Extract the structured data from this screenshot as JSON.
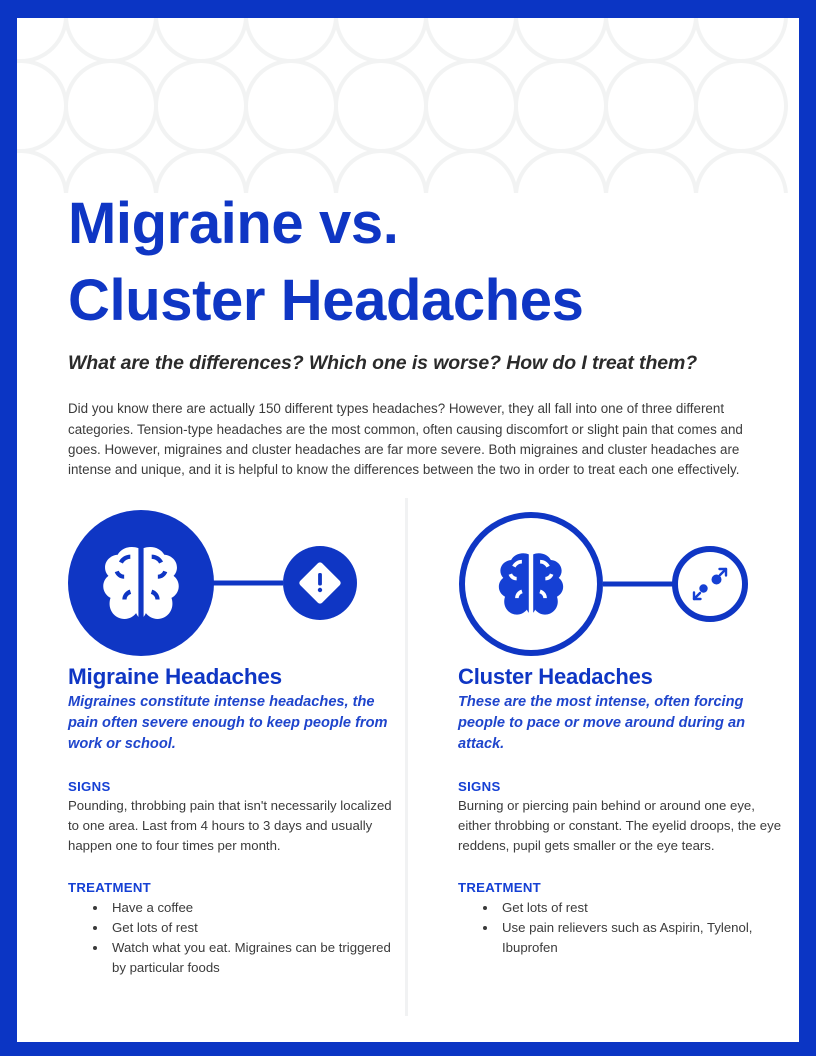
{
  "theme": {
    "brand_blue": "#0b35c4",
    "title_blue": "#0f36c4",
    "label_blue": "#1540d4",
    "body_gray": "#3b3b3b",
    "pattern_gray": "#f2f3f3",
    "divider_gray": "#f1f2f3"
  },
  "headline": {
    "line1": "Migraine vs.",
    "line2": "Cluster Headaches"
  },
  "intro": {
    "subtitle": "What are the differences? Which one is worse? How do I treat them?",
    "body": "Did you know there are actually 150 different types headaches? However, they all fall into one of three different categories. Tension-type headaches are the most common, often causing discomfort or slight pain that comes and goes. However, migraines and cluster headaches are far more severe. Both migraines and cluster headaches are intense and unique, and it is helpful to know the differences between the two in order to treat each one effectively."
  },
  "columns": [
    {
      "id": "migraine",
      "title": "Migraine Headaches",
      "lead": "Migraines constitute intense headaches, the pain often severe enough to keep people from work or school.",
      "icons": {
        "main": "brain-icon",
        "badge": "warning-diamond-icon",
        "style": "filled"
      },
      "signs_label": "SIGNS",
      "signs_body": "Pounding, throbbing pain that isn't necessarily localized to one area. Last from 4 hours to 3 days and usually happen one to four times per month.",
      "treatment_label": "TREATMENT",
      "treatment_items": [
        "Have a coffee",
        "Get lots of rest",
        "Watch what you eat. Migraines can be triggered by particular foods"
      ]
    },
    {
      "id": "cluster",
      "title": "Cluster Headaches",
      "lead": "These are the most intense, often forcing people to pace or move around during an attack.",
      "icons": {
        "main": "brain-icon",
        "badge": "spread-arrows-icon",
        "style": "outlined"
      },
      "signs_label": "SIGNS",
      "signs_body": "Burning or piercing pain behind or around one eye, either throbbing or constant. The eyelid droops, the eye reddens, pupil gets smaller or the eye tears.",
      "treatment_label": "TREATMENT",
      "treatment_items": [
        "Get lots of rest",
        "Use pain relievers such as Aspirin, Tylenol, Ibuprofen"
      ]
    }
  ]
}
